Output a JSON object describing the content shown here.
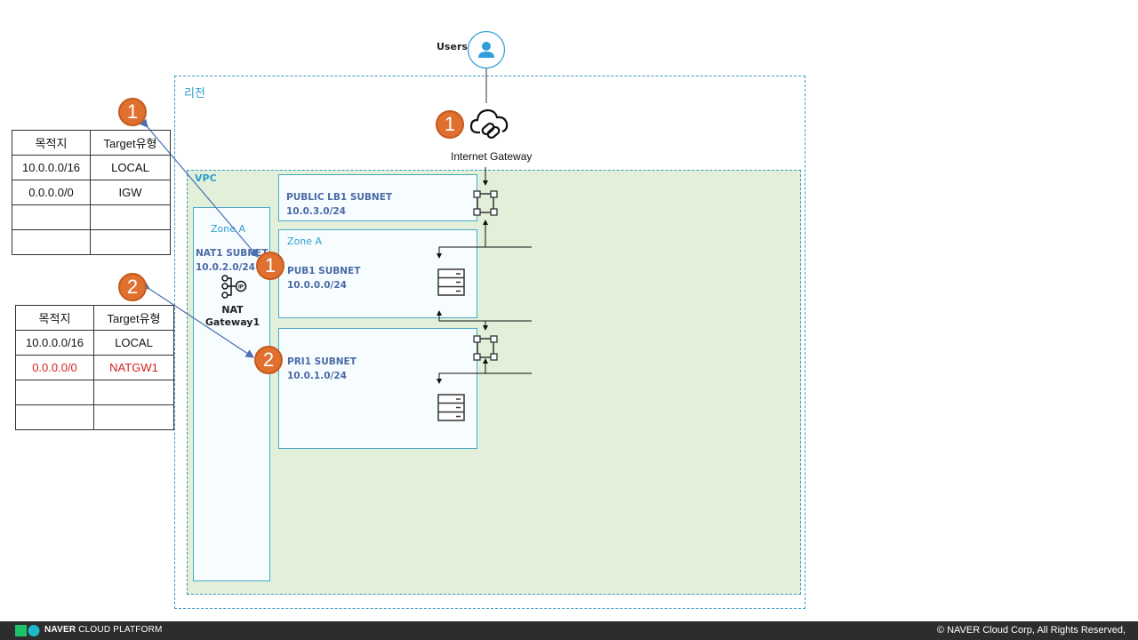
{
  "diagram": {
    "users_label": "Users",
    "region_label": "리전",
    "vpc_label": "VPC",
    "igw_label": "Internet Gateway",
    "nat_zone_label": "Zone A",
    "nat_subnet_name": "NAT1 SUBNET",
    "nat_subnet_cidr": "10.0.2.0/24",
    "nat_gateway_label_1": "NAT",
    "nat_gateway_label_2": "Gateway1",
    "nat_icon_text": "IP",
    "lb_subnet_name": "PUBLIC LB1 SUBNET",
    "lb_subnet_cidr": "10.0.3.0/24",
    "pub_zone_label": "Zone A",
    "pub_subnet_name": "PUB1 SUBNET",
    "pub_subnet_cidr": "10.0.0.0/24",
    "pri_subnet_name": "PRI1 SUBNET",
    "pri_subnet_cidr": "10.0.1.0/24",
    "badges": {
      "igw": "1",
      "table1": "1",
      "pub": "1",
      "table2": "2",
      "pri": "2"
    }
  },
  "route_table_1": {
    "headers": [
      "목적지",
      "Target유형"
    ],
    "rows": [
      [
        "10.0.0.0/16",
        "LOCAL"
      ],
      [
        "0.0.0.0/0",
        "IGW"
      ],
      [
        "",
        ""
      ],
      [
        "",
        ""
      ]
    ]
  },
  "route_table_2": {
    "headers": [
      "목적지",
      "Target유형"
    ],
    "rows": [
      [
        "10.0.0.0/16",
        "LOCAL"
      ],
      [
        "0.0.0.0/0",
        "NATGW1"
      ],
      [
        "",
        ""
      ],
      [
        "",
        ""
      ]
    ],
    "highlight_color": "#d42020"
  },
  "footer": {
    "brand_bold": "NAVER",
    "brand_rest": "CLOUD PLATFORM",
    "copyright": "© NAVER Cloud Corp, All Rights Reserved,"
  },
  "colors": {
    "badge": "#e07030",
    "dashed_border": "#3a9ac4",
    "vpc_fill": "#e2efd9",
    "subnet_text": "#4a6aa5",
    "zone_text": "#2e9fcf",
    "arrow": "#4a6fb5"
  }
}
